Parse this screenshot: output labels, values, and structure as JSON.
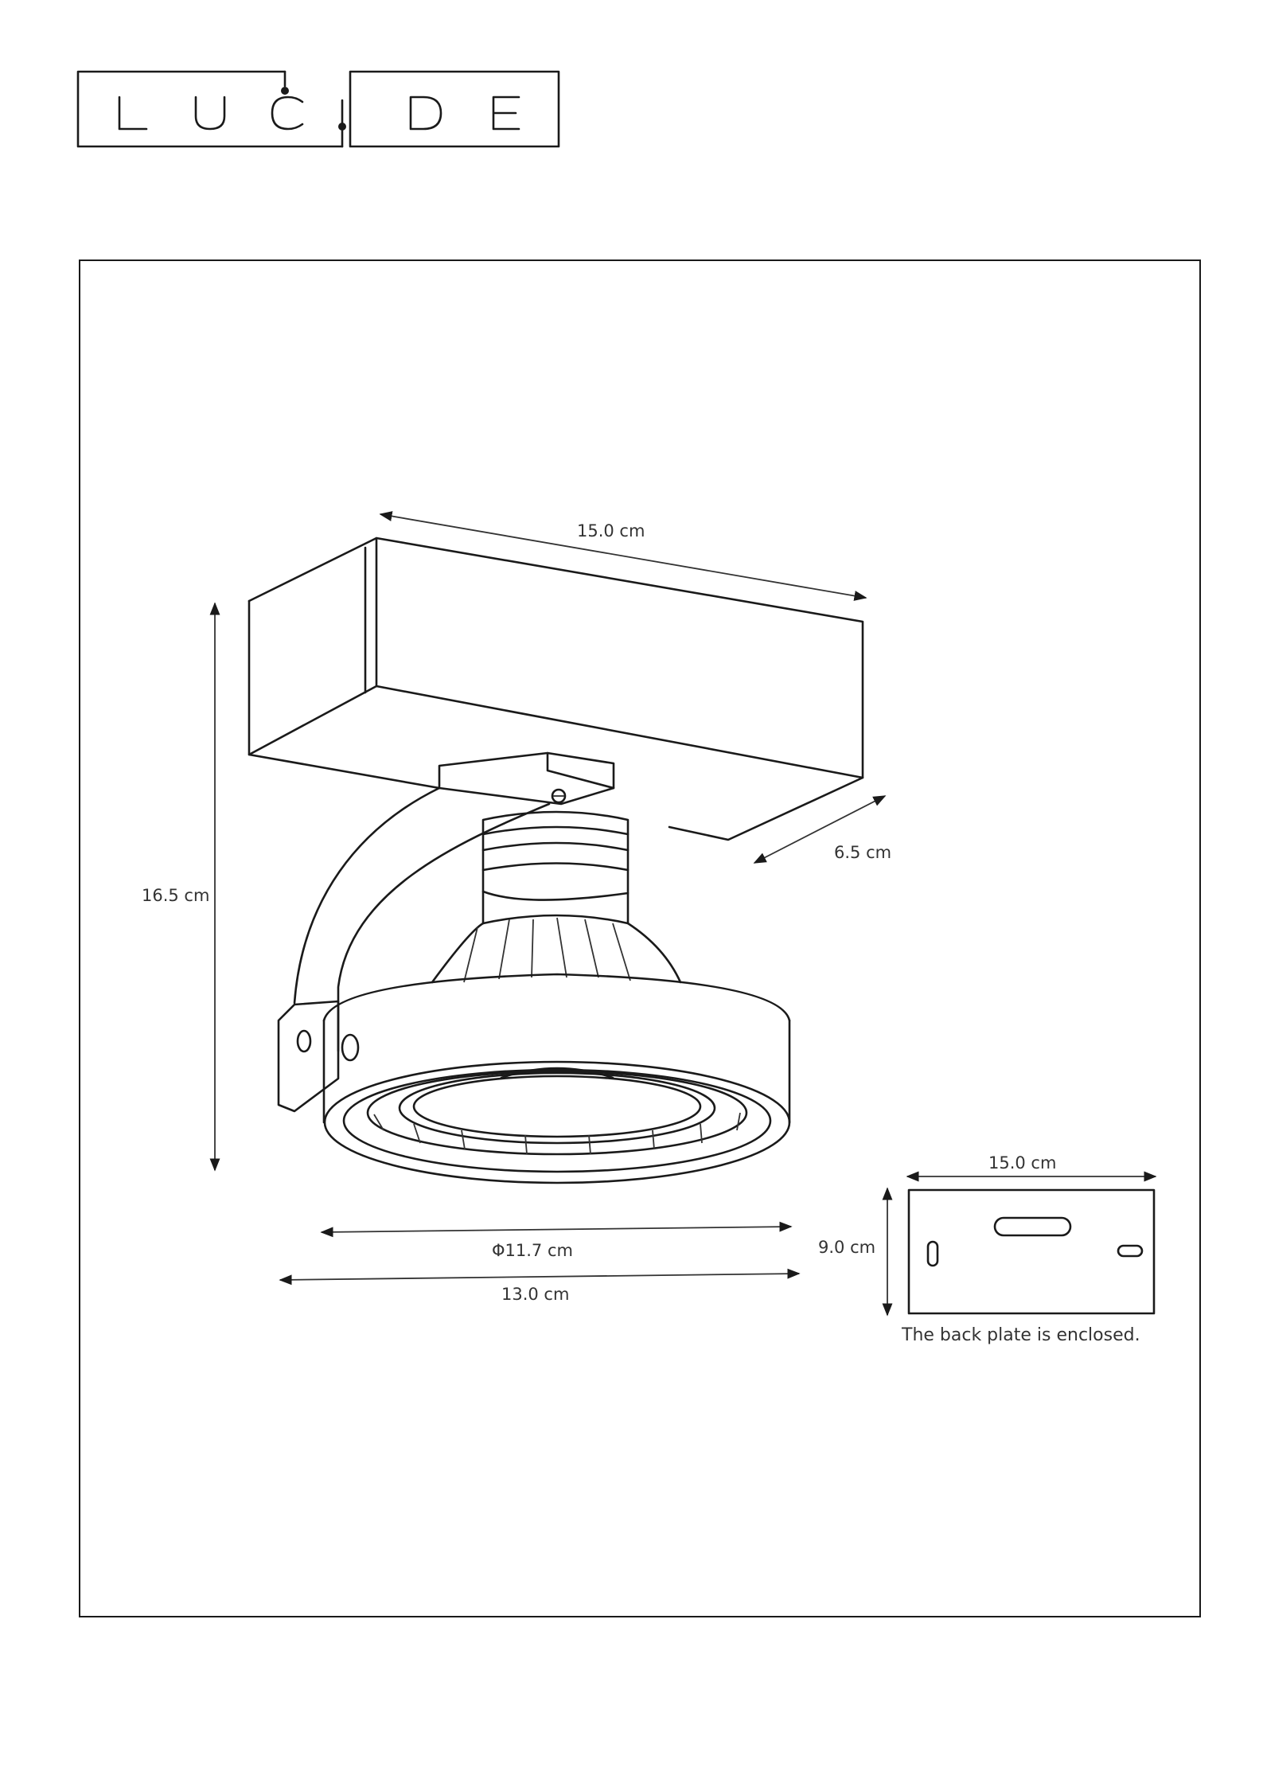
{
  "brand": {
    "logo_text": "LUCIDE",
    "letters": [
      "L",
      "U",
      "C",
      "I",
      "D",
      "E"
    ]
  },
  "dimensions": {
    "width_top": "15.0 cm",
    "depth": "6.5 cm",
    "height": "16.5 cm",
    "diameter": "Φ11.7 cm",
    "total_width": "13.0 cm"
  },
  "back_plate": {
    "width": "15.0 cm",
    "height": "9.0 cm",
    "note": "The back plate is enclosed."
  },
  "colors": {
    "line": "#1a1a1a",
    "background": "#ffffff"
  }
}
